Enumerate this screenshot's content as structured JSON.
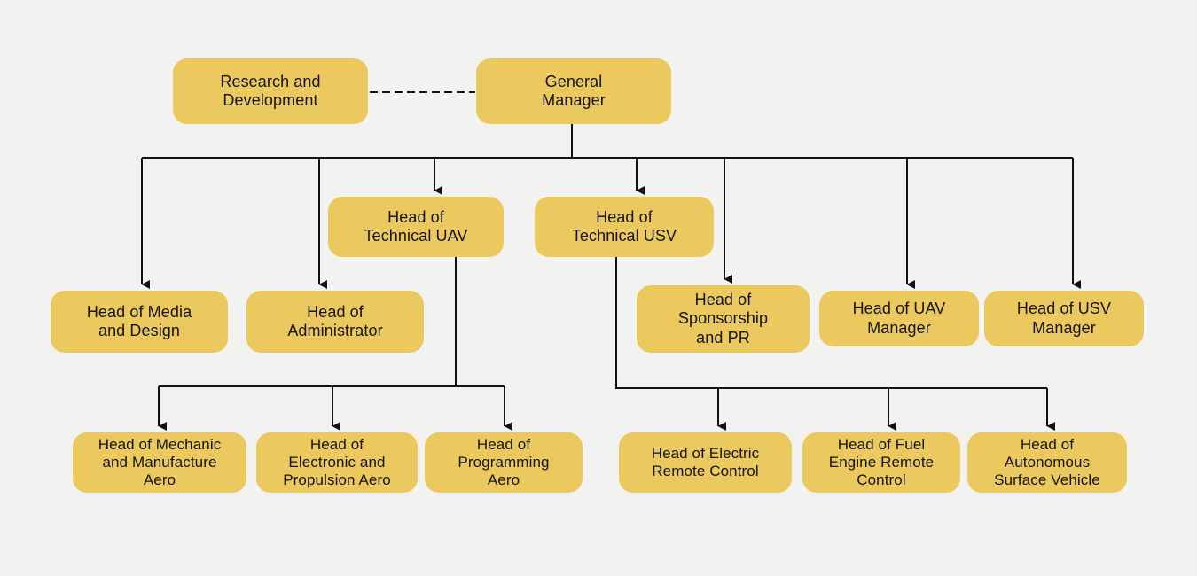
{
  "colors": {
    "background": "#f2f2f0",
    "node_fill": "#ecc95f",
    "connector": "#121212",
    "text": "#141414"
  },
  "org_chart": {
    "nodes": {
      "research": {
        "label": "Research and\nDevelopment"
      },
      "gm": {
        "label": "General\nManager"
      },
      "uav_head": {
        "label": "Head of\nTechnical UAV"
      },
      "usv_head": {
        "label": "Head of\nTechnical USV"
      },
      "media": {
        "label": "Head of Media\nand Design"
      },
      "admin": {
        "label": "Head of\nAdministrator"
      },
      "sponsorship": {
        "label": "Head of\nSponsorship\nand PR"
      },
      "uav_mgr": {
        "label": "Head of UAV\nManager"
      },
      "usv_mgr": {
        "label": "Head of USV\nManager"
      },
      "mechanic": {
        "label": "Head of Mechanic\nand Manufacture\nAero"
      },
      "electronic": {
        "label": "Head of\nElectronic and\nPropulsion Aero"
      },
      "programming": {
        "label": "Head of\nProgramming\nAero"
      },
      "electric": {
        "label": "Head of Electric\nRemote Control"
      },
      "fuel": {
        "label": "Head of Fuel\nEngine Remote\nControl"
      },
      "autonomous": {
        "label": "Head of\nAutonomous\nSurface Vehicle"
      }
    },
    "edges": [
      {
        "from": "research",
        "to": "gm",
        "style": "dashed"
      },
      {
        "from": "gm",
        "to": "media",
        "style": "solid"
      },
      {
        "from": "gm",
        "to": "admin",
        "style": "solid"
      },
      {
        "from": "gm",
        "to": "uav_head",
        "style": "solid"
      },
      {
        "from": "gm",
        "to": "usv_head",
        "style": "solid"
      },
      {
        "from": "gm",
        "to": "sponsorship",
        "style": "solid"
      },
      {
        "from": "gm",
        "to": "uav_mgr",
        "style": "solid"
      },
      {
        "from": "gm",
        "to": "usv_mgr",
        "style": "solid"
      },
      {
        "from": "uav_head",
        "to": "mechanic",
        "style": "solid"
      },
      {
        "from": "uav_head",
        "to": "electronic",
        "style": "solid"
      },
      {
        "from": "uav_head",
        "to": "programming",
        "style": "solid"
      },
      {
        "from": "usv_head",
        "to": "electric",
        "style": "solid"
      },
      {
        "from": "usv_head",
        "to": "fuel",
        "style": "solid"
      },
      {
        "from": "usv_head",
        "to": "autonomous",
        "style": "solid"
      }
    ]
  }
}
